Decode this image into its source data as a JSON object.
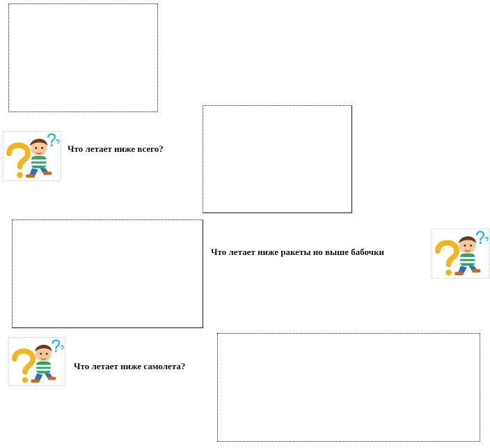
{
  "questions": [
    {
      "text": "Что летает ниже всего?"
    },
    {
      "text": "Что летает ниже ракеты но выше бабочки"
    },
    {
      "text": "Что летает ниже самолета?"
    }
  ],
  "icons": {
    "clipart": "boy-with-question-mark-icon"
  },
  "colors": {
    "question_mark": "#f2b51b",
    "small_question_mark": "#2fb9c9",
    "hair": "#6b3a1e",
    "skin": "#f6c79a",
    "shirt": "#2fa36b",
    "pants": "#2f6fb8",
    "shoes": "#c96a1a"
  }
}
